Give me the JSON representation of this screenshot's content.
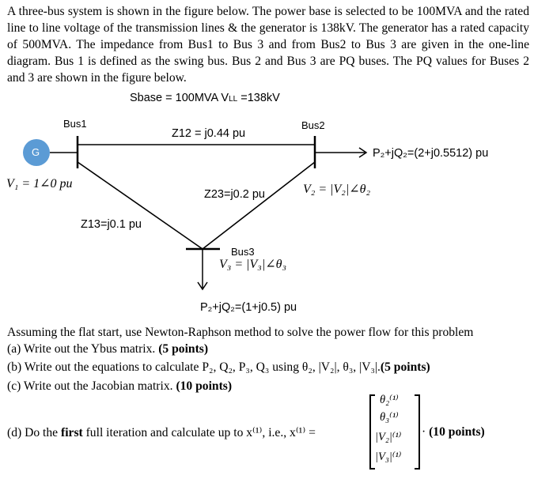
{
  "intro": {
    "paragraph": "A three-bus system is shown in the figure below. The power base is selected to be 100MVA and the rated line to line voltage of the transmission lines & the generator is 138kV. The generator has a rated capacity of 500MVA. The impedance from Bus1 to Bus 3 and from Bus2 to Bus 3 are given in the one-line diagram. Bus 1 is defined as the swing bus. Bus 2 and Bus 3 are PQ buses. The PQ values for Buses 2 and 3 are shown in the figure below."
  },
  "diagram": {
    "sbase": "Sbase = 100MVA V",
    "sbase_sub": "LL",
    "sbase_tail": " =138kV",
    "generator_symbol": "G",
    "bus1_label": "Bus1",
    "bus2_label": "Bus2",
    "bus3_label": "Bus3",
    "z12": "Z12 = j0.44 pu",
    "z23": "Z23=j0.2 pu",
    "z13": "Z13=j0.1 pu",
    "v1": "V₁ = 1∠0 pu",
    "v2": "V₂ = |V₂|∠θ₂",
    "v3": "V₃ = |V₃|∠θ₃",
    "load2": "P₂+jQ₂=(2+j0.5512) pu",
    "load3": "P₂+jQ₂=(1+j0.5) pu",
    "colors": {
      "generator": "#5b9bd5",
      "line": "#000000"
    }
  },
  "questions": {
    "lead": "Assuming the flat start, use Newton-Raphson method to solve the power flow for this problem",
    "a_text": "(a) Write out the Ybus matrix. ",
    "a_points": "(5 points)",
    "b_text": "(b) Write out the equations to calculate P₂, Q₂, P₃, Q₃ using θ₂, |V₂|, θ₃, |V₃|.",
    "b_points": "(5 points)",
    "c_text": "(c) Write out the Jacobian matrix. ",
    "c_points": "(10 points)",
    "d_pre": "(d) Do the ",
    "d_bold": "first",
    "d_post": " full iteration and calculate up to x⁽¹⁾, i.e., x⁽¹⁾ =",
    "d_vector": [
      "θ₂⁽¹⁾",
      "θ₃⁽¹⁾",
      "|V₂|⁽¹⁾",
      "|V₃|⁽¹⁾"
    ],
    "d_dot": "·",
    "d_points": "(10 points)"
  }
}
